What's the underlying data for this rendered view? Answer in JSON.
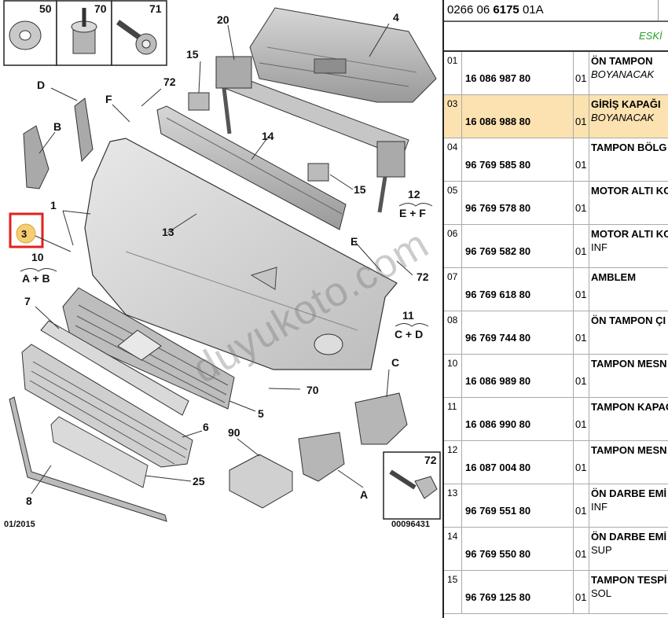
{
  "diagram": {
    "labels": {
      "c50": "50",
      "c70": "70",
      "c71": "71",
      "n1": "1",
      "n3": "3",
      "n4": "4",
      "n5": "5",
      "n6": "6",
      "n7": "7",
      "n8": "8",
      "n10": "10",
      "n10s": "A + B",
      "n11": "11",
      "n11s": "C + D",
      "n12": "12",
      "n12s": "E + F",
      "n13": "13",
      "n14": "14",
      "n15a": "15",
      "n15b": "15",
      "n20": "20",
      "n25": "25",
      "n70": "70",
      "n72a": "72",
      "n72b": "72",
      "n72c": "72",
      "n90": "90",
      "lA": "A",
      "lB": "B",
      "lC": "C",
      "lD": "D",
      "lE": "E",
      "lF": "F",
      "date": "01/2015",
      "code": "00096431"
    },
    "watermark": "duyukoto.com"
  },
  "parts_panel": {
    "ref_prefix": "0266 06",
    "ref_bold": "6175",
    "ref_suffix": "01A",
    "band_text": "ESKİ",
    "rows": [
      {
        "no": "01",
        "part": "16 086 987 80",
        "qty": "01",
        "desc": "ÖN TAMPON",
        "sub": "BOYANACAK",
        "italic": true,
        "selected": false
      },
      {
        "no": "03",
        "part": "16 086 988 80",
        "qty": "01",
        "desc": "GİRİŞ KAPAĞI",
        "sub": "BOYANACAK",
        "italic": true,
        "selected": true
      },
      {
        "no": "04",
        "part": "96 769 585 80",
        "qty": "01",
        "desc": "TAMPON BÖLG",
        "sub": "",
        "italic": false,
        "selected": false
      },
      {
        "no": "05",
        "part": "96 769 578 80",
        "qty": "01",
        "desc": "MOTOR ALTI KO",
        "sub": "",
        "italic": false,
        "selected": false
      },
      {
        "no": "06",
        "part": "96 769 582 80",
        "qty": "01",
        "desc": "MOTOR ALTI KO",
        "sub": "INF",
        "italic": false,
        "selected": false
      },
      {
        "no": "07",
        "part": "96 769 618 80",
        "qty": "01",
        "desc": "AMBLEM",
        "sub": "",
        "italic": false,
        "selected": false
      },
      {
        "no": "08",
        "part": "96 769 744 80",
        "qty": "01",
        "desc": "ÖN TAMPON ÇI",
        "sub": "",
        "italic": false,
        "selected": false
      },
      {
        "no": "10",
        "part": "16 086 989 80",
        "qty": "01",
        "desc": "TAMPON MESN",
        "sub": "",
        "italic": false,
        "selected": false
      },
      {
        "no": "11",
        "part": "16 086 990 80",
        "qty": "01",
        "desc": "TAMPON KAPAĞ",
        "sub": "",
        "italic": false,
        "selected": false
      },
      {
        "no": "12",
        "part": "16 087 004 80",
        "qty": "01",
        "desc": "TAMPON MESN",
        "sub": "",
        "italic": false,
        "selected": false
      },
      {
        "no": "13",
        "part": "96 769 551 80",
        "qty": "01",
        "desc": "ÖN DARBE EMİ",
        "sub": "INF",
        "italic": false,
        "selected": false
      },
      {
        "no": "14",
        "part": "96 769 550 80",
        "qty": "01",
        "desc": "ÖN DARBE EMİ",
        "sub": "SUP",
        "italic": false,
        "selected": false
      },
      {
        "no": "15",
        "part": "96 769 125 80",
        "qty": "01",
        "desc": "TAMPON TESPİ",
        "sub": "SOL",
        "italic": false,
        "selected": false
      }
    ]
  },
  "colors": {
    "highlight_box": "#e0221f",
    "selected_row": "#fbe2b0",
    "callout_fill": "#f6cd72",
    "band_text": "#2aa12a"
  }
}
